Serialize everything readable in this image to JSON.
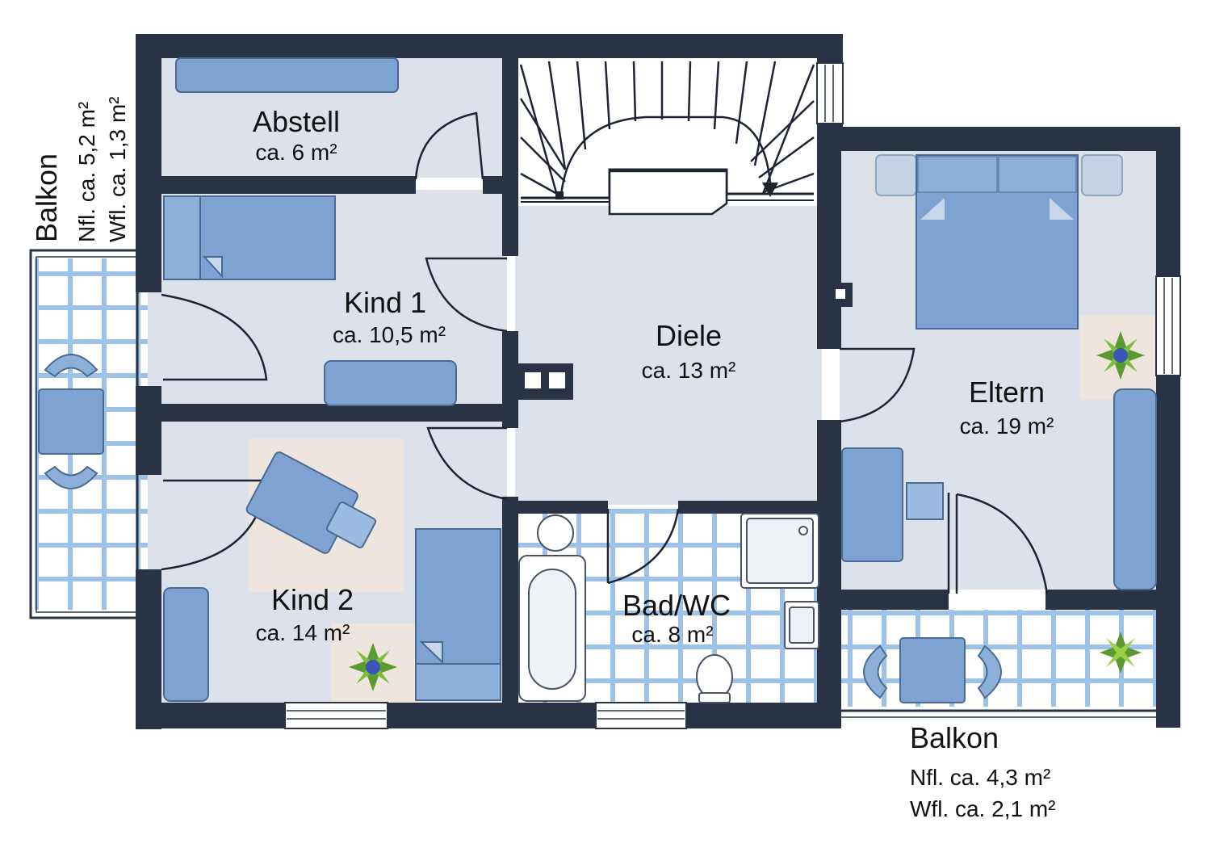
{
  "rooms": {
    "abstell": {
      "name": "Abstell",
      "area": "ca. 6 m²"
    },
    "kind1": {
      "name": "Kind 1",
      "area": "ca. 10,5 m²"
    },
    "kind2": {
      "name": "Kind 2",
      "area": "ca. 14 m²"
    },
    "diele": {
      "name": "Diele",
      "area": "ca. 13 m²"
    },
    "eltern": {
      "name": "Eltern",
      "area": "ca. 19 m²"
    },
    "bad": {
      "name": "Bad/WC",
      "area": "ca. 8 m²"
    }
  },
  "balcony_west": {
    "title": "Balkon",
    "nfl": "Nfl. ca. 5,2 m²",
    "wfl": "Wfl. ca. 1,3 m²"
  },
  "balcony_south": {
    "title": "Balkon",
    "nfl": "Nfl. ca. 4,3 m²",
    "wfl": "Wfl. ca. 2,1 m²"
  },
  "colors": {
    "wall": "#2a3346",
    "floor": "#dde2ea",
    "furniture": "#7ea3d2",
    "tile_grid": "#9ec1e6",
    "rug": "#eee5df"
  }
}
